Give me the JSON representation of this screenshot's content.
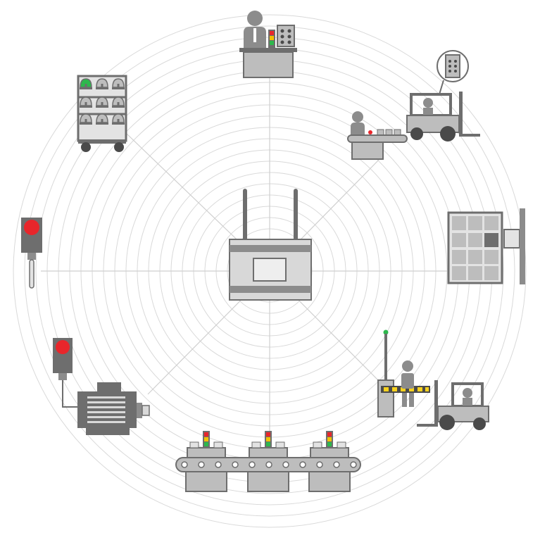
{
  "colors": {
    "background": "#ffffff",
    "ring": "#d9d9d9",
    "spoke": "#cfcfcf",
    "device_dark": "#6e6e6e",
    "device_mid": "#8c8c8c",
    "device_light": "#bdbdbd",
    "device_pale": "#e3e3e3",
    "outline": "#4a4a4a",
    "signal_red": "#e8262b",
    "signal_yellow": "#f2c200",
    "signal_green": "#2db84c",
    "hazard_yellow": "#f7d11e"
  },
  "diagram": {
    "center": {
      "icon": "wireless-gateway-icon"
    },
    "nodes": [
      {
        "id": "operator-desk",
        "icon": "operator-desk-icon"
      },
      {
        "id": "forklift-conveyor",
        "icon": "forklift-loading-icon"
      },
      {
        "id": "storage-rack",
        "icon": "storage-rack-icon"
      },
      {
        "id": "access-gate-forklift",
        "icon": "access-gate-icon"
      },
      {
        "id": "conveyor-line",
        "icon": "conveyor-line-icon"
      },
      {
        "id": "motor-button",
        "icon": "electric-motor-icon"
      },
      {
        "id": "push-button",
        "icon": "push-button-icon"
      },
      {
        "id": "parts-cart",
        "icon": "parts-cart-icon"
      }
    ]
  }
}
